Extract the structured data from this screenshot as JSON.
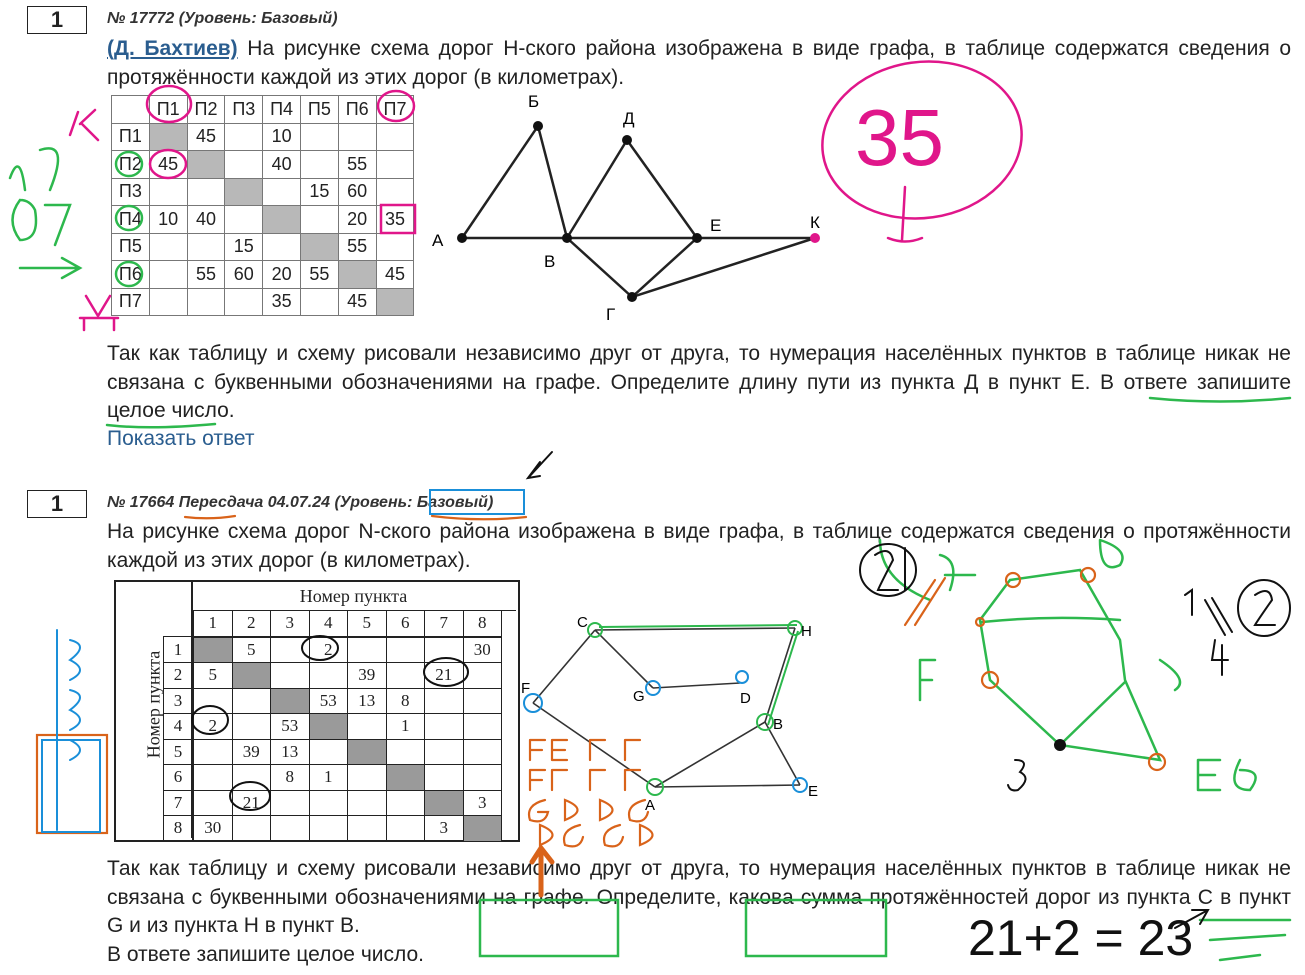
{
  "task1": {
    "number": "1",
    "header": "№ 17772 (Уровень: Базовый)",
    "author": "(Д. Бахтиев)",
    "intro": " На рисунке схема дорог Н-ского района изображена в виде графа, в таблице содержатся сведения о протяжённости каждой из этих дорог (в километрах).",
    "table_headers": [
      "",
      "П1",
      "П2",
      "П3",
      "П4",
      "П5",
      "П6",
      "П7"
    ],
    "table_rows": [
      [
        "П1",
        "",
        "45",
        "",
        "10",
        "",
        "",
        ""
      ],
      [
        "П2",
        "45",
        "",
        "",
        "40",
        "",
        "55",
        ""
      ],
      [
        "П3",
        "",
        "",
        "",
        "",
        "15",
        "60",
        ""
      ],
      [
        "П4",
        "10",
        "40",
        "",
        "",
        "",
        "20",
        "35"
      ],
      [
        "П5",
        "",
        "",
        "15",
        "",
        "",
        "55",
        ""
      ],
      [
        "П6",
        "",
        "55",
        "60",
        "20",
        "55",
        "",
        "45"
      ],
      [
        "П7",
        "",
        "",
        "",
        "35",
        "",
        "45",
        ""
      ]
    ],
    "graph_labels": {
      "A": "А",
      "B": "Б",
      "V": "В",
      "G": "Г",
      "D": "Д",
      "E": "Е",
      "K": "К"
    },
    "question": "Так как таблицу и схему рисовали независимо друг от друга, то нумерация населённых пунктов в таблице никак не связана с буквенными обозначениями на графе. Определите длину пути из пункта Д в пункт Е. В ответе запишите целое число.",
    "show_answer": "Показать ответ"
  },
  "task2": {
    "number": "1",
    "header": "№ 17664 Пересдача 04.07.24 (Уровень: Базовый)",
    "intro": "На рисунке схема дорог N-ского района изображена в виде графа, в таблице содержатся сведения о протяжённости каждой из этих дорог (в километрах).",
    "table_title": "Номер пункта",
    "table_side": "Номер пункта",
    "table_headers": [
      "1",
      "2",
      "3",
      "4",
      "5",
      "6",
      "7",
      "8"
    ],
    "table_rows": [
      [
        "1",
        "",
        "5",
        "",
        "2",
        "",
        "",
        "",
        "30"
      ],
      [
        "2",
        "5",
        "",
        "",
        "",
        "39",
        "",
        "21",
        ""
      ],
      [
        "3",
        "",
        "",
        "",
        "53",
        "13",
        "8",
        "",
        ""
      ],
      [
        "4",
        "2",
        "",
        "53",
        "",
        "",
        "1",
        "",
        ""
      ],
      [
        "5",
        "",
        "39",
        "13",
        "",
        "",
        "",
        "",
        ""
      ],
      [
        "6",
        "",
        "",
        "8",
        "1",
        "",
        "",
        "",
        ""
      ],
      [
        "7",
        "",
        "21",
        "",
        "",
        "",
        "",
        "",
        "3"
      ],
      [
        "8",
        "30",
        "",
        "",
        "",
        "",
        "",
        "3",
        ""
      ]
    ],
    "graph_labels": {
      "C": "C",
      "H": "H",
      "G": "G",
      "D": "D",
      "F": "F",
      "B": "B",
      "E": "E",
      "A": "A"
    },
    "question": "Так как таблицу и схему рисовали независимо друг от друга, то нумерация населённых пунктов в таблице никак не связана с буквенными обозначениями на графе. Определите, какова сумма протяжённостей дорог из пункта C в пункт G и из пункта H в пункт B.",
    "question_tail": "В ответе запишите целое число."
  },
  "handwriting": {
    "answer1": "35",
    "sum": "21+2 = 23",
    "colors": {
      "pink": "#e0168a",
      "green": "#2db84d",
      "orange": "#d9631a",
      "blue": "#1a8fd9",
      "black": "#111111"
    }
  }
}
